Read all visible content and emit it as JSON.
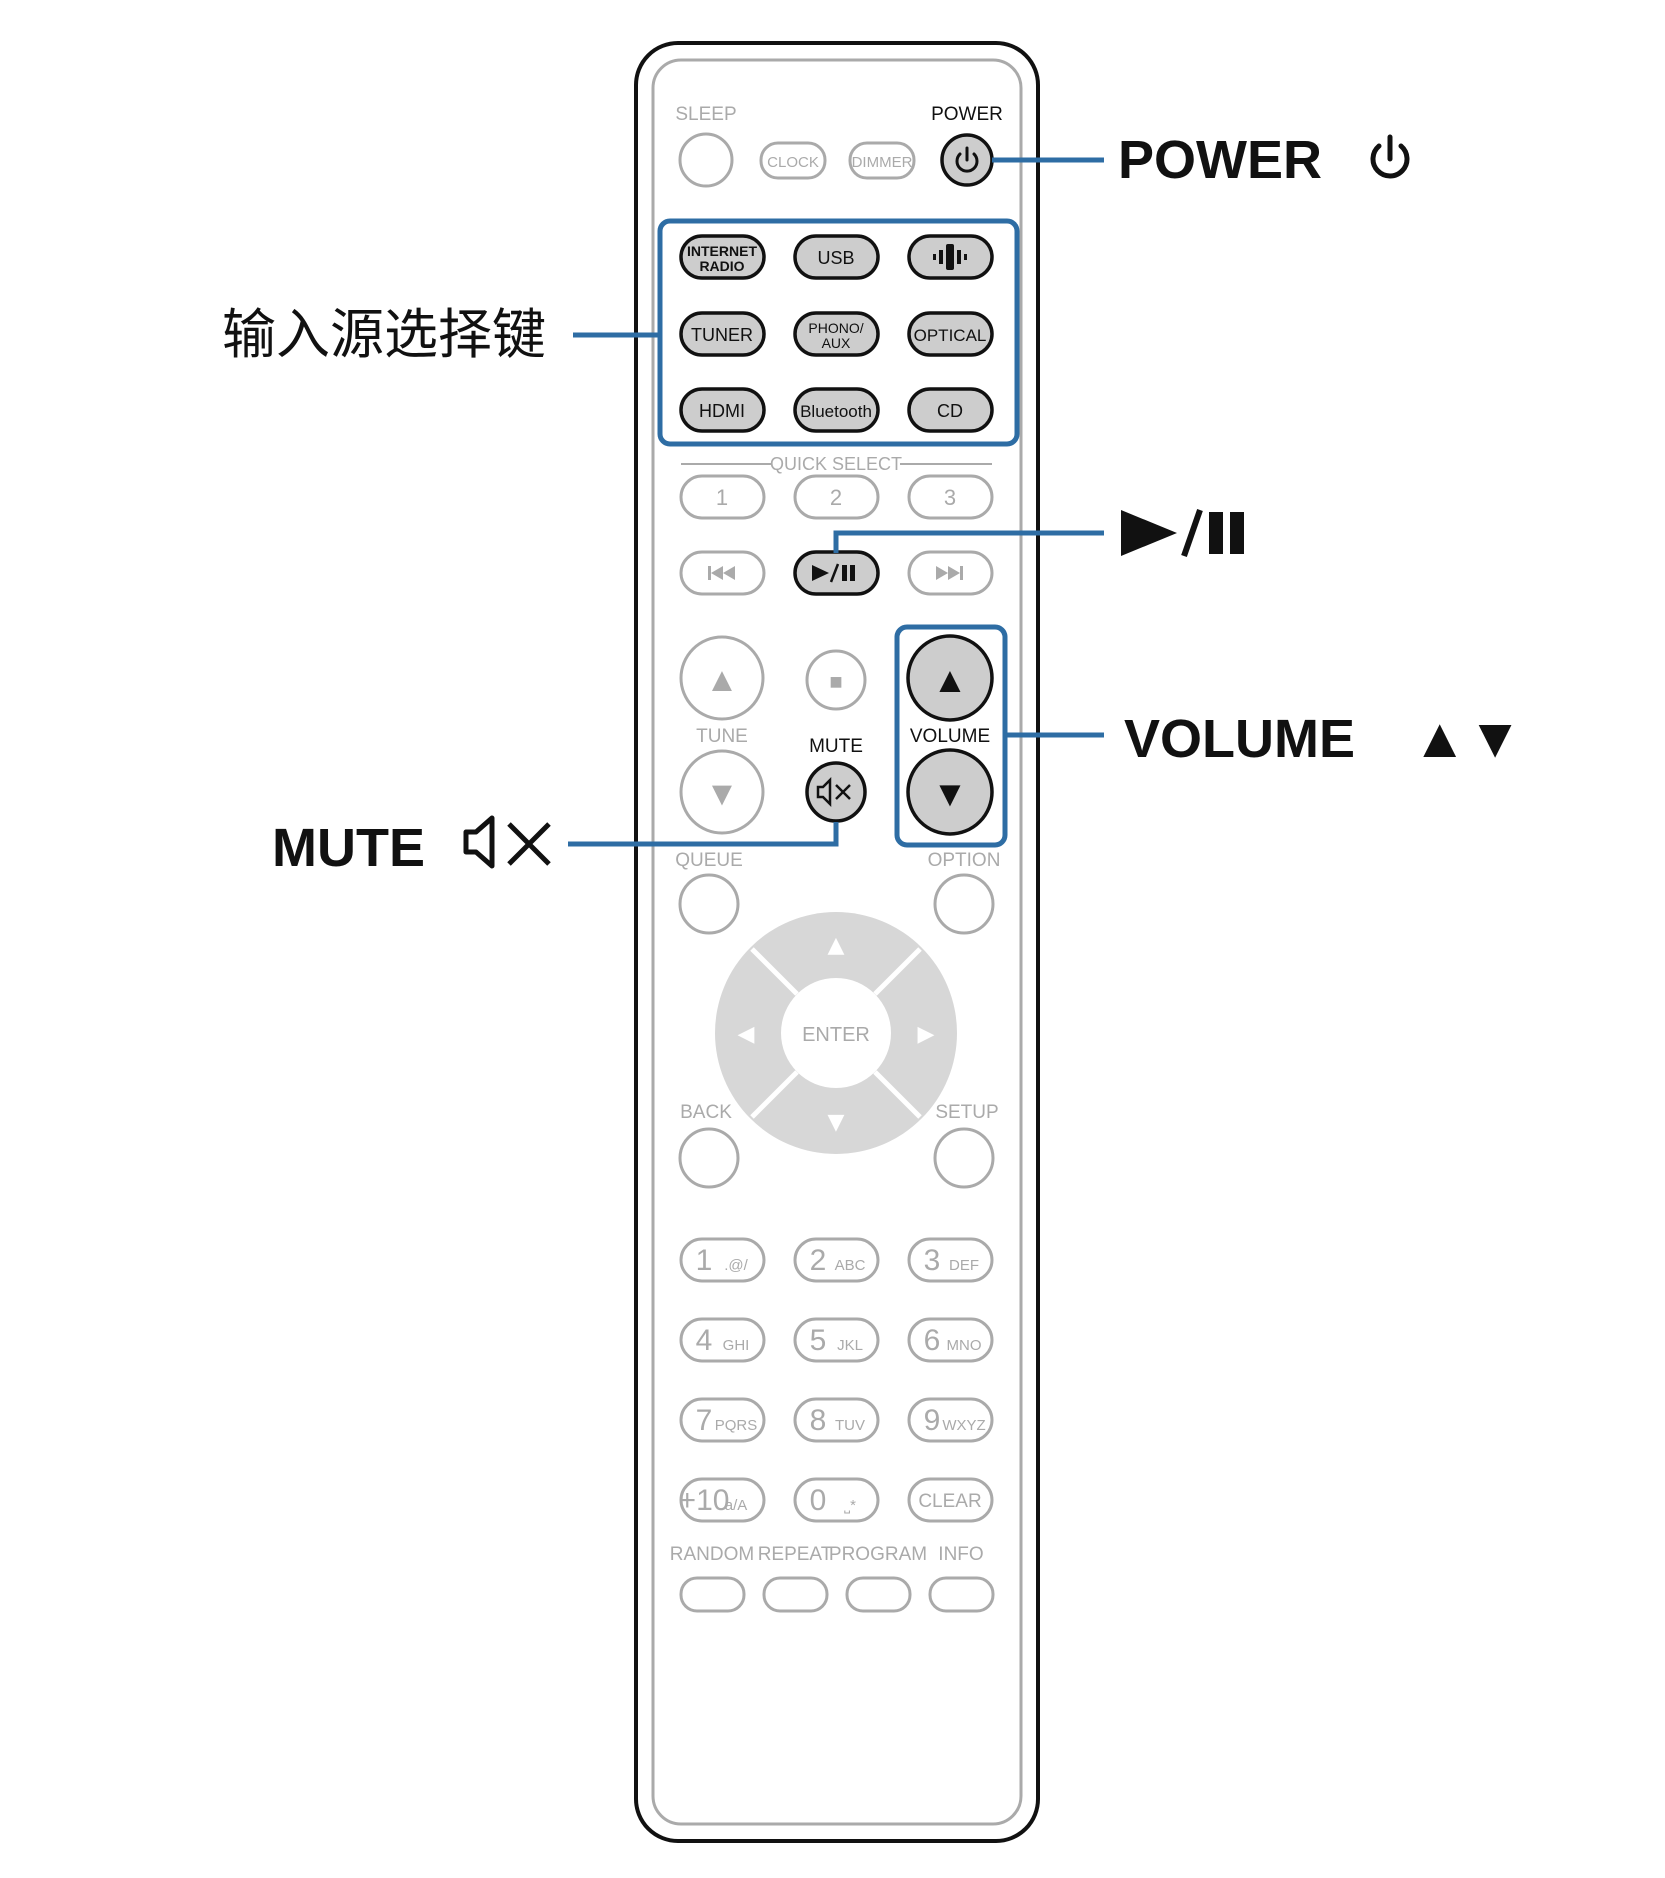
{
  "remote": {
    "top": {
      "sleep": "SLEEP",
      "clock": "CLOCK",
      "dimmer": "DIMMER",
      "power": "POWER"
    },
    "sources": {
      "internet_radio_1": "INTERNET",
      "internet_radio_2": "RADIO",
      "usb": "USB",
      "tuner": "TUNER",
      "phono_aux_1": "PHONO/",
      "phono_aux_2": "AUX",
      "optical": "OPTICAL",
      "hdmi": "HDMI",
      "bluetooth": "Bluetooth",
      "cd": "CD"
    },
    "quick_select": {
      "title": "QUICK SELECT",
      "b1": "1",
      "b2": "2",
      "b3": "3"
    },
    "transport": {
      "play_pause": "►/❚❚",
      "prev": "⏮",
      "next": "⏭",
      "stop": "■"
    },
    "tune": {
      "label": "TUNE",
      "up": "▲",
      "down": "▼"
    },
    "mute": {
      "label": "MUTE"
    },
    "volume": {
      "label": "VOLUME",
      "up": "▲",
      "down": "▼"
    },
    "nav": {
      "queue": "QUEUE",
      "option": "OPTION",
      "enter": "ENTER",
      "back": "BACK",
      "setup": "SETUP",
      "up": "▲",
      "down": "▼",
      "left": "◀",
      "right": "▶"
    },
    "keypad": [
      {
        "digit": "1",
        "sub": ".@/"
      },
      {
        "digit": "2",
        "sub": "ABC"
      },
      {
        "digit": "3",
        "sub": "DEF"
      },
      {
        "digit": "4",
        "sub": "GHI"
      },
      {
        "digit": "5",
        "sub": "JKL"
      },
      {
        "digit": "6",
        "sub": "MNO"
      },
      {
        "digit": "7",
        "sub": "PQRS"
      },
      {
        "digit": "8",
        "sub": "TUV"
      },
      {
        "digit": "9",
        "sub": "WXYZ"
      },
      {
        "digit": "+10",
        "sub": "a/A"
      },
      {
        "digit": "0",
        "sub": "⎵*"
      },
      {
        "digit": "CLEAR",
        "sub": ""
      }
    ],
    "bottom": {
      "random": "RANDOM",
      "repeat": "REPEAT",
      "program": "PROGRAM",
      "info": "INFO"
    }
  },
  "callouts": {
    "power": "POWER",
    "input_source": "输入源选择键",
    "play_pause": "►/❚❚",
    "volume": "VOLUME",
    "volume_arrows": "▲▼",
    "mute": "MUTE"
  },
  "colors": {
    "callout": "#2e6da4",
    "active_button": "#cdcdcd",
    "inactive": "#aaaaaa",
    "outline": "#111111"
  }
}
